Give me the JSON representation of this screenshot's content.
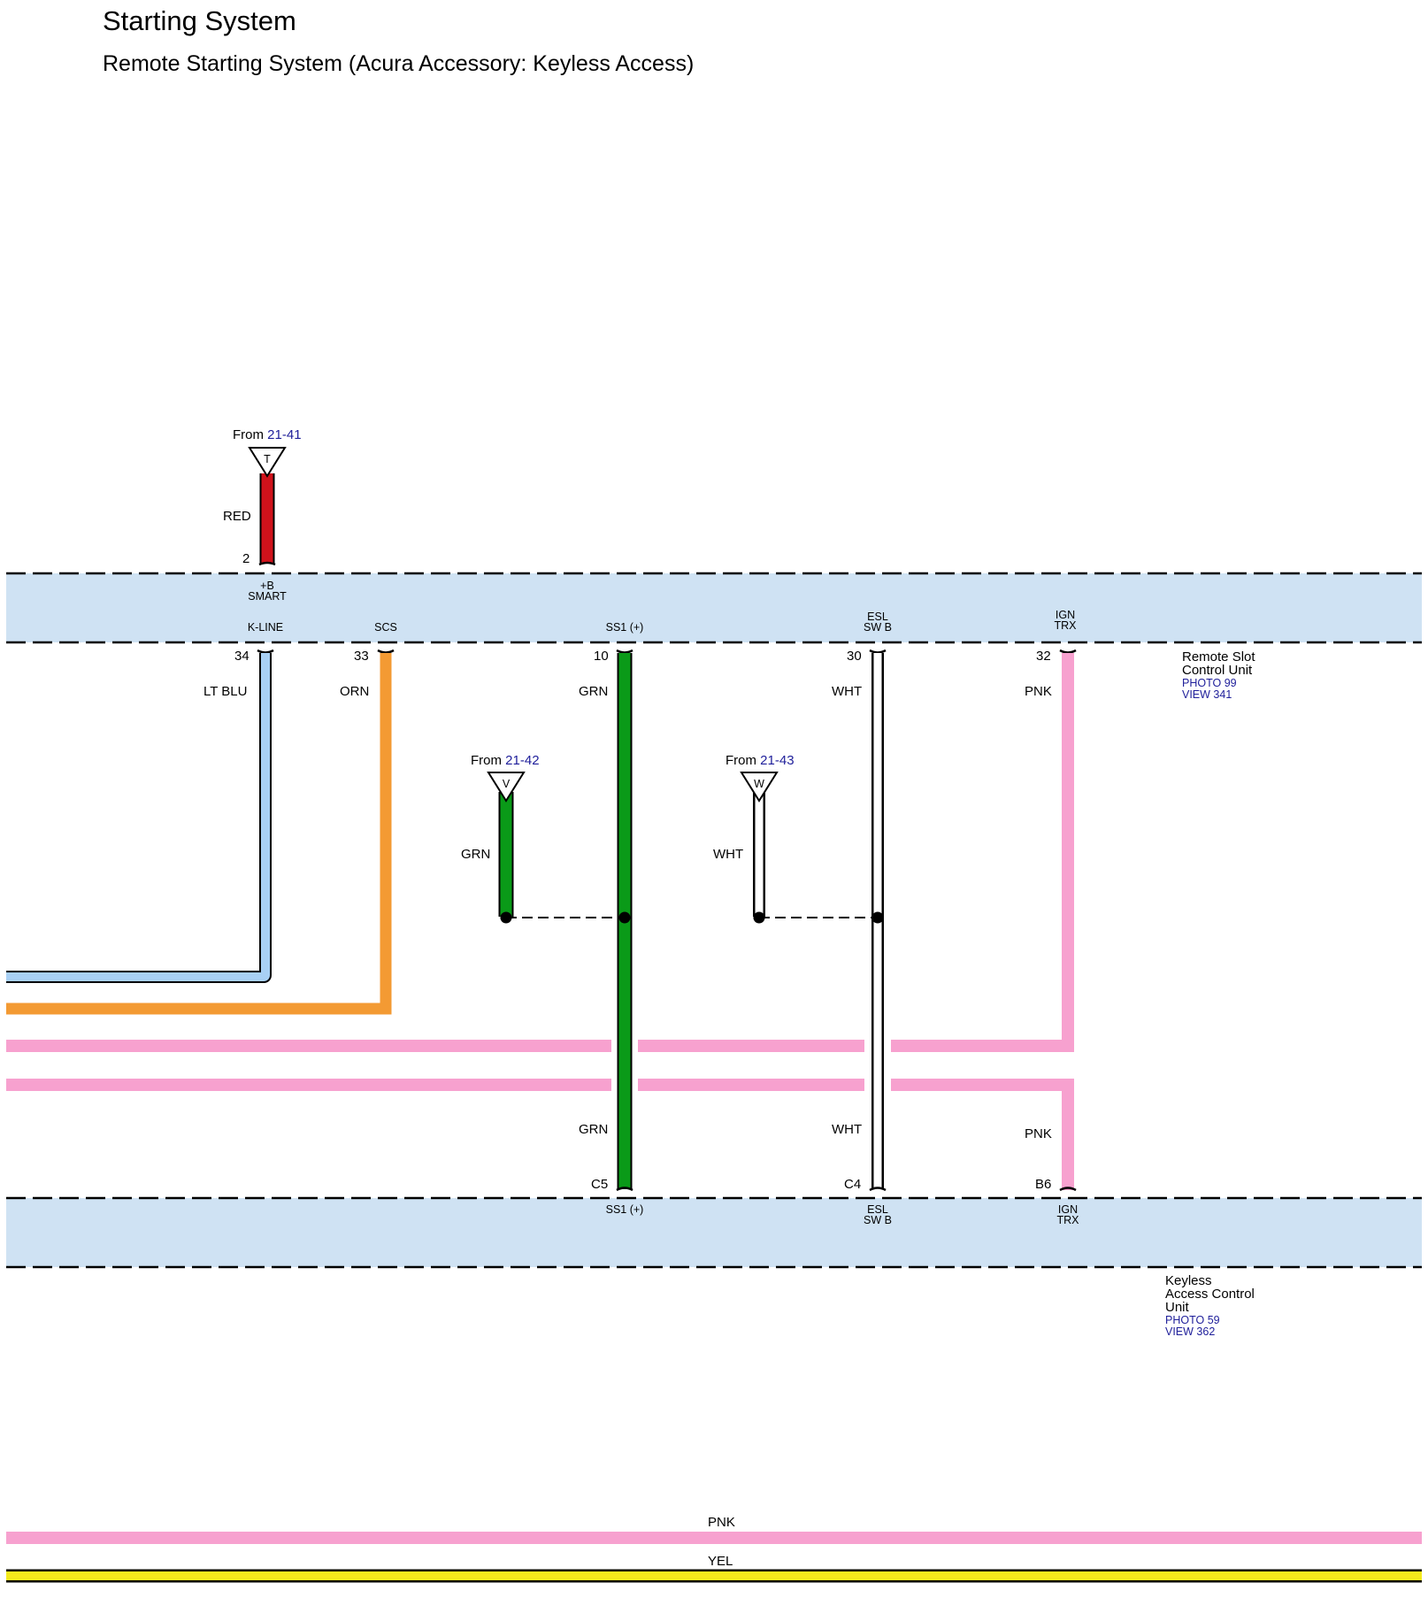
{
  "title": "Starting System",
  "subtitle": "Remote Starting System (Acura Accessory: Keyless Access)",
  "colors": {
    "connector_band": "#cfe2f3",
    "RED": "#d0121b",
    "LT_BLU": "#a8d0f5",
    "ORN": "#f39a33",
    "GRN": "#0a9a18",
    "WHT": "#ffffff",
    "PNK": "#f7a1cf",
    "YEL": "#f5ea1c",
    "link_blue": "#1e1e9a"
  },
  "from_refs": [
    {
      "from_text": "From",
      "ref": "21-41",
      "letter": "T",
      "wire": "RED"
    },
    {
      "from_text": "From",
      "ref": "21-42",
      "letter": "V",
      "wire": "GRN"
    },
    {
      "from_text": "From",
      "ref": "21-43",
      "letter": "W",
      "wire": "WHT"
    }
  ],
  "remote_slot": {
    "name_line1": "Remote Slot",
    "name_line2": "Control Unit",
    "photo": "PHOTO 99",
    "view": "VIEW 341",
    "top_pin": {
      "pin": "2",
      "signal_line1": "+B",
      "signal_line2": "SMART"
    },
    "pins": [
      {
        "pin": "34",
        "signal_line1": "K-LINE",
        "signal_line2": "",
        "wire": "LT BLU"
      },
      {
        "pin": "33",
        "signal_line1": "SCS",
        "signal_line2": "",
        "wire": "ORN"
      },
      {
        "pin": "10",
        "signal_line1": "SS1 (+)",
        "signal_line2": "",
        "wire": "GRN"
      },
      {
        "pin": "30",
        "signal_line1": "ESL",
        "signal_line2": "SW B",
        "wire": "WHT"
      },
      {
        "pin": "32",
        "signal_line1": "IGN",
        "signal_line2": "TRX",
        "wire": "PNK"
      }
    ]
  },
  "keyless_unit": {
    "name_line1": "Keyless",
    "name_line2": "Access Control",
    "name_line3": "Unit",
    "photo": "PHOTO 59",
    "view": "VIEW 362",
    "pins": [
      {
        "pin": "C5",
        "signal_line1": "SS1 (+)",
        "signal_line2": "",
        "wire": "GRN"
      },
      {
        "pin": "C4",
        "signal_line1": "ESL",
        "signal_line2": "SW B",
        "wire": "WHT"
      },
      {
        "pin": "B6",
        "signal_line1": "IGN",
        "signal_line2": "TRX",
        "wire": "PNK"
      }
    ]
  },
  "wire_labels": {
    "red": "RED",
    "grn_v": "GRN",
    "wht_w": "WHT",
    "grn_lower": "GRN",
    "wht_lower": "WHT",
    "pnk_lower": "PNK"
  },
  "bottom_wires": [
    {
      "label": "PNK"
    },
    {
      "label": "YEL"
    }
  ]
}
